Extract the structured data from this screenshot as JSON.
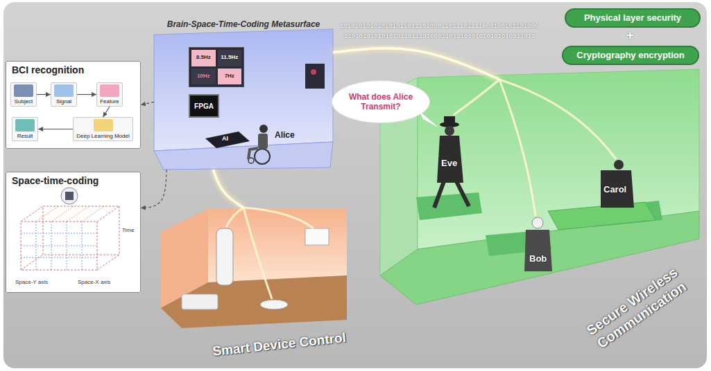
{
  "diagram": {
    "nodes": [
      {
        "text": [
          "BCI recognition"
        ]
      },
      {
        "text": [
          "Subject"
        ],
        "in": 0
      },
      {
        "text": [
          "Signal"
        ],
        "in": 0
      },
      {
        "text": [
          "Feature"
        ],
        "in": 0
      },
      {
        "text": [
          "Deep Learning Model"
        ],
        "in": 0
      },
      {
        "text": [
          "Result"
        ],
        "in": 0
      },
      {
        "text": [
          "Space-time-coding"
        ]
      },
      {
        "text": [
          "Brain-Space-Time-Coding Metasurface"
        ]
      },
      {
        "text": [
          "8.5Hz",
          "11.5Hz",
          "10Hz",
          "7Hz"
        ],
        "in": 7
      },
      {
        "text": [
          "FPGA"
        ],
        "in": 7
      },
      {
        "text": [
          "Physical layer security"
        ]
      },
      {
        "text": [
          "Cryptography encryption"
        ]
      },
      {
        "text": [
          "What does Alice Transmit?"
        ]
      },
      {
        "text": [
          "Smart Device Control"
        ]
      },
      {
        "text": [
          "Secure Wireless Communication"
        ]
      }
    ],
    "edges": [
      {
        "from": 1,
        "to": 2,
        "arrow": "to"
      },
      {
        "from": 2,
        "to": 3,
        "arrow": "to"
      },
      {
        "from": 3,
        "to": 4,
        "arrow": "to"
      },
      {
        "from": 4,
        "to": 5,
        "arrow": "to"
      },
      {
        "from": 7,
        "to": 0,
        "arrow": "to"
      },
      {
        "from": 7,
        "to": 6,
        "arrow": "to"
      },
      {
        "from": 7,
        "to": 13,
        "arrow": "none"
      },
      {
        "from": 7,
        "to": 14,
        "arrow": "none"
      }
    ],
    "labels": [
      "Space-Y axis",
      "Space-X axis",
      "Time",
      "AI",
      "Alice",
      "+",
      "Eve",
      "Bob",
      "Carol",
      "10101010101010101101110100011011101111000100101101000",
      "110101010101010110111010001101110101010101010011010"
    ]
  }
}
